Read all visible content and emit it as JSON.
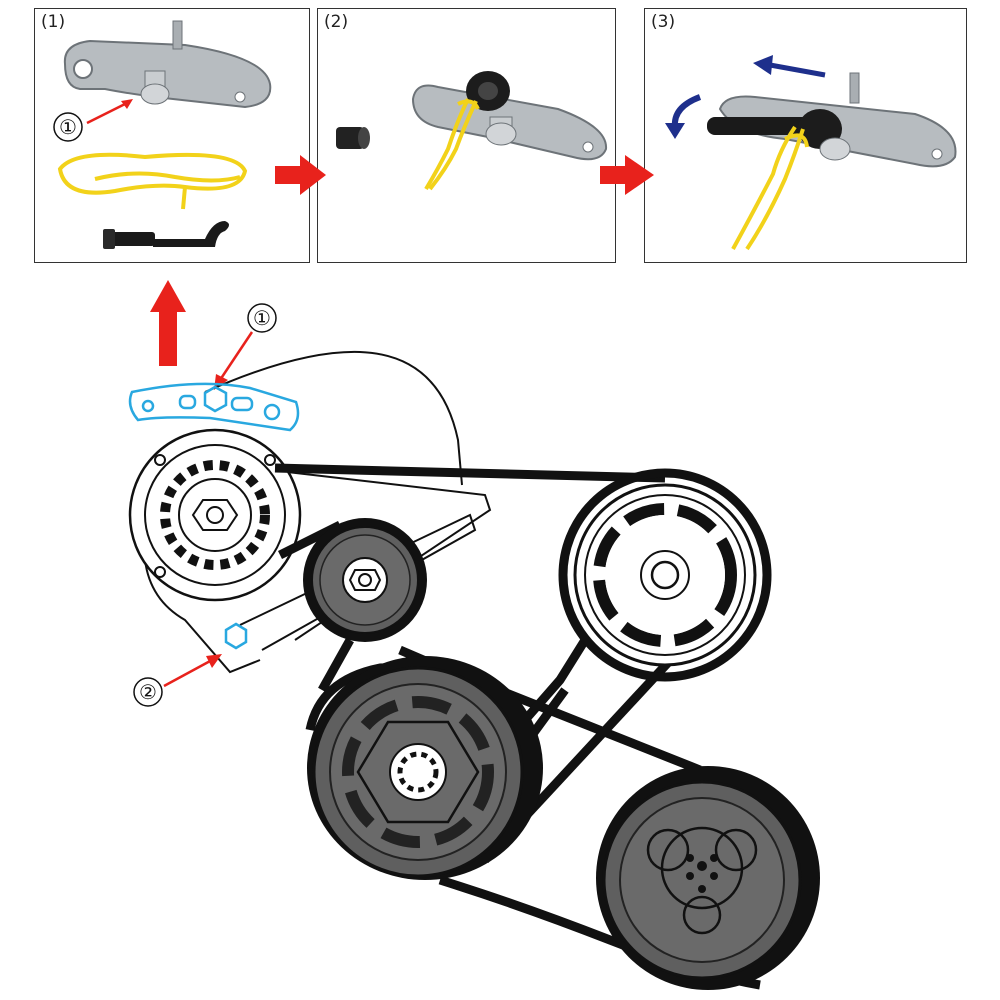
{
  "panels": [
    {
      "label": "(1)"
    },
    {
      "label": "(2)"
    },
    {
      "label": "(3)"
    }
  ],
  "callouts": {
    "panel_marker": "①",
    "tensioner_marker": "①",
    "bolt_marker": "②"
  },
  "colors": {
    "arrow_red": "#e8221c",
    "arrow_blue": "#1e2f8c",
    "tensioner_outline": "#29a8e0",
    "rope_yellow": "#f2d21a",
    "metal": "#b7bcc0",
    "belt": "#111111",
    "pulley_dark": "#5f5f5f"
  }
}
